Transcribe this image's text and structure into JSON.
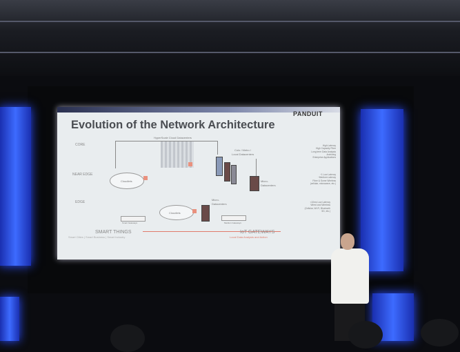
{
  "slide": {
    "title": "Evolution of the Network Architecture",
    "logo": "PANDUIT",
    "levels": [
      "CORE",
      "NEAR EDGE",
      "EDGE"
    ],
    "labels": {
      "hyperscale": "HyperScale Cloud Datacenters",
      "colo": "Colo / Metro /",
      "colo2": "Local Datacenters",
      "cloudlets1": "Cloudlets",
      "cloudlets2": "Cloudlets",
      "micro1": "Micro-",
      "micro1b": "Datacenters",
      "micro2": "Micro-",
      "micro2b": "Datacenters",
      "gw1": "Smart Gateways",
      "gw2": "Medium Gateways"
    },
    "smart_things": "SMART THINGS",
    "smart_things_sub": "Smart Cities  |  Smart Business  |  Smart Industry",
    "iot_gateways": "IoT GATEWAYS",
    "iot_sub": "Local Data Analysis and Action",
    "core_notes": [
      "High Latency",
      "High Capacity Fiber",
      "Long term Data Analysis",
      "Archiving",
      "Enterprise Applications"
    ],
    "near_notes": [
      "~1 Low Latency",
      "~Medium Latency",
      "Fiber & Some Wireless",
      "(cellular, microwave, etc.)"
    ],
    "edge_notes": [
      "<10ms Low Latency",
      "Wired and Wireless",
      "(Cellular, Wi-Fi, Bluetooth",
      "5G, etc.)"
    ]
  }
}
